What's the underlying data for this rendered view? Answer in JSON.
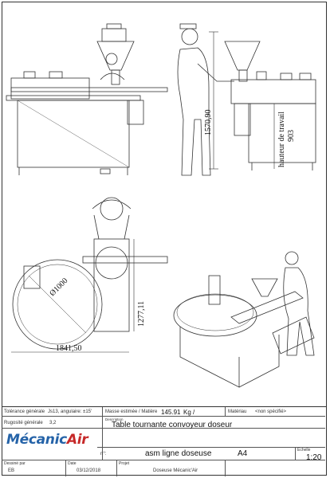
{
  "dimensions": {
    "height_total": "1570,90",
    "work_height": "hauteur de travail",
    "work_height_value": "903",
    "diameter": "Ø1000",
    "length": "1841,50",
    "width": "1277,11"
  },
  "title_block": {
    "tolerance_label": "Tolérance générale",
    "tolerance_value": "Js13, angulaire: ±15'",
    "mass_label": "Masse estimée / Matière",
    "mass_value": "145.91",
    "mass_unit": "Kg  /",
    "material_label": "Matériau",
    "material_value": "<non spécifié>",
    "roughness_label": "Rugosité générale",
    "roughness_value": "3,2",
    "description_label": "Description",
    "description_value": "Table tournante convoyeur doseur",
    "number_label": "n°:",
    "number_value": "asm ligne doseuse",
    "scale_label": "Echelle",
    "scale_value": "1:20",
    "drawn_by_label": "Dessiné par",
    "drawn_by_value": "EB",
    "date_label": "Date",
    "date_value": "03/12/2018",
    "project_label": "Projet",
    "project_value": "Doseuse Mécanic'Air",
    "format_value": "A4"
  },
  "logo": {
    "part1": "Mécanic",
    "part2": "Air"
  }
}
